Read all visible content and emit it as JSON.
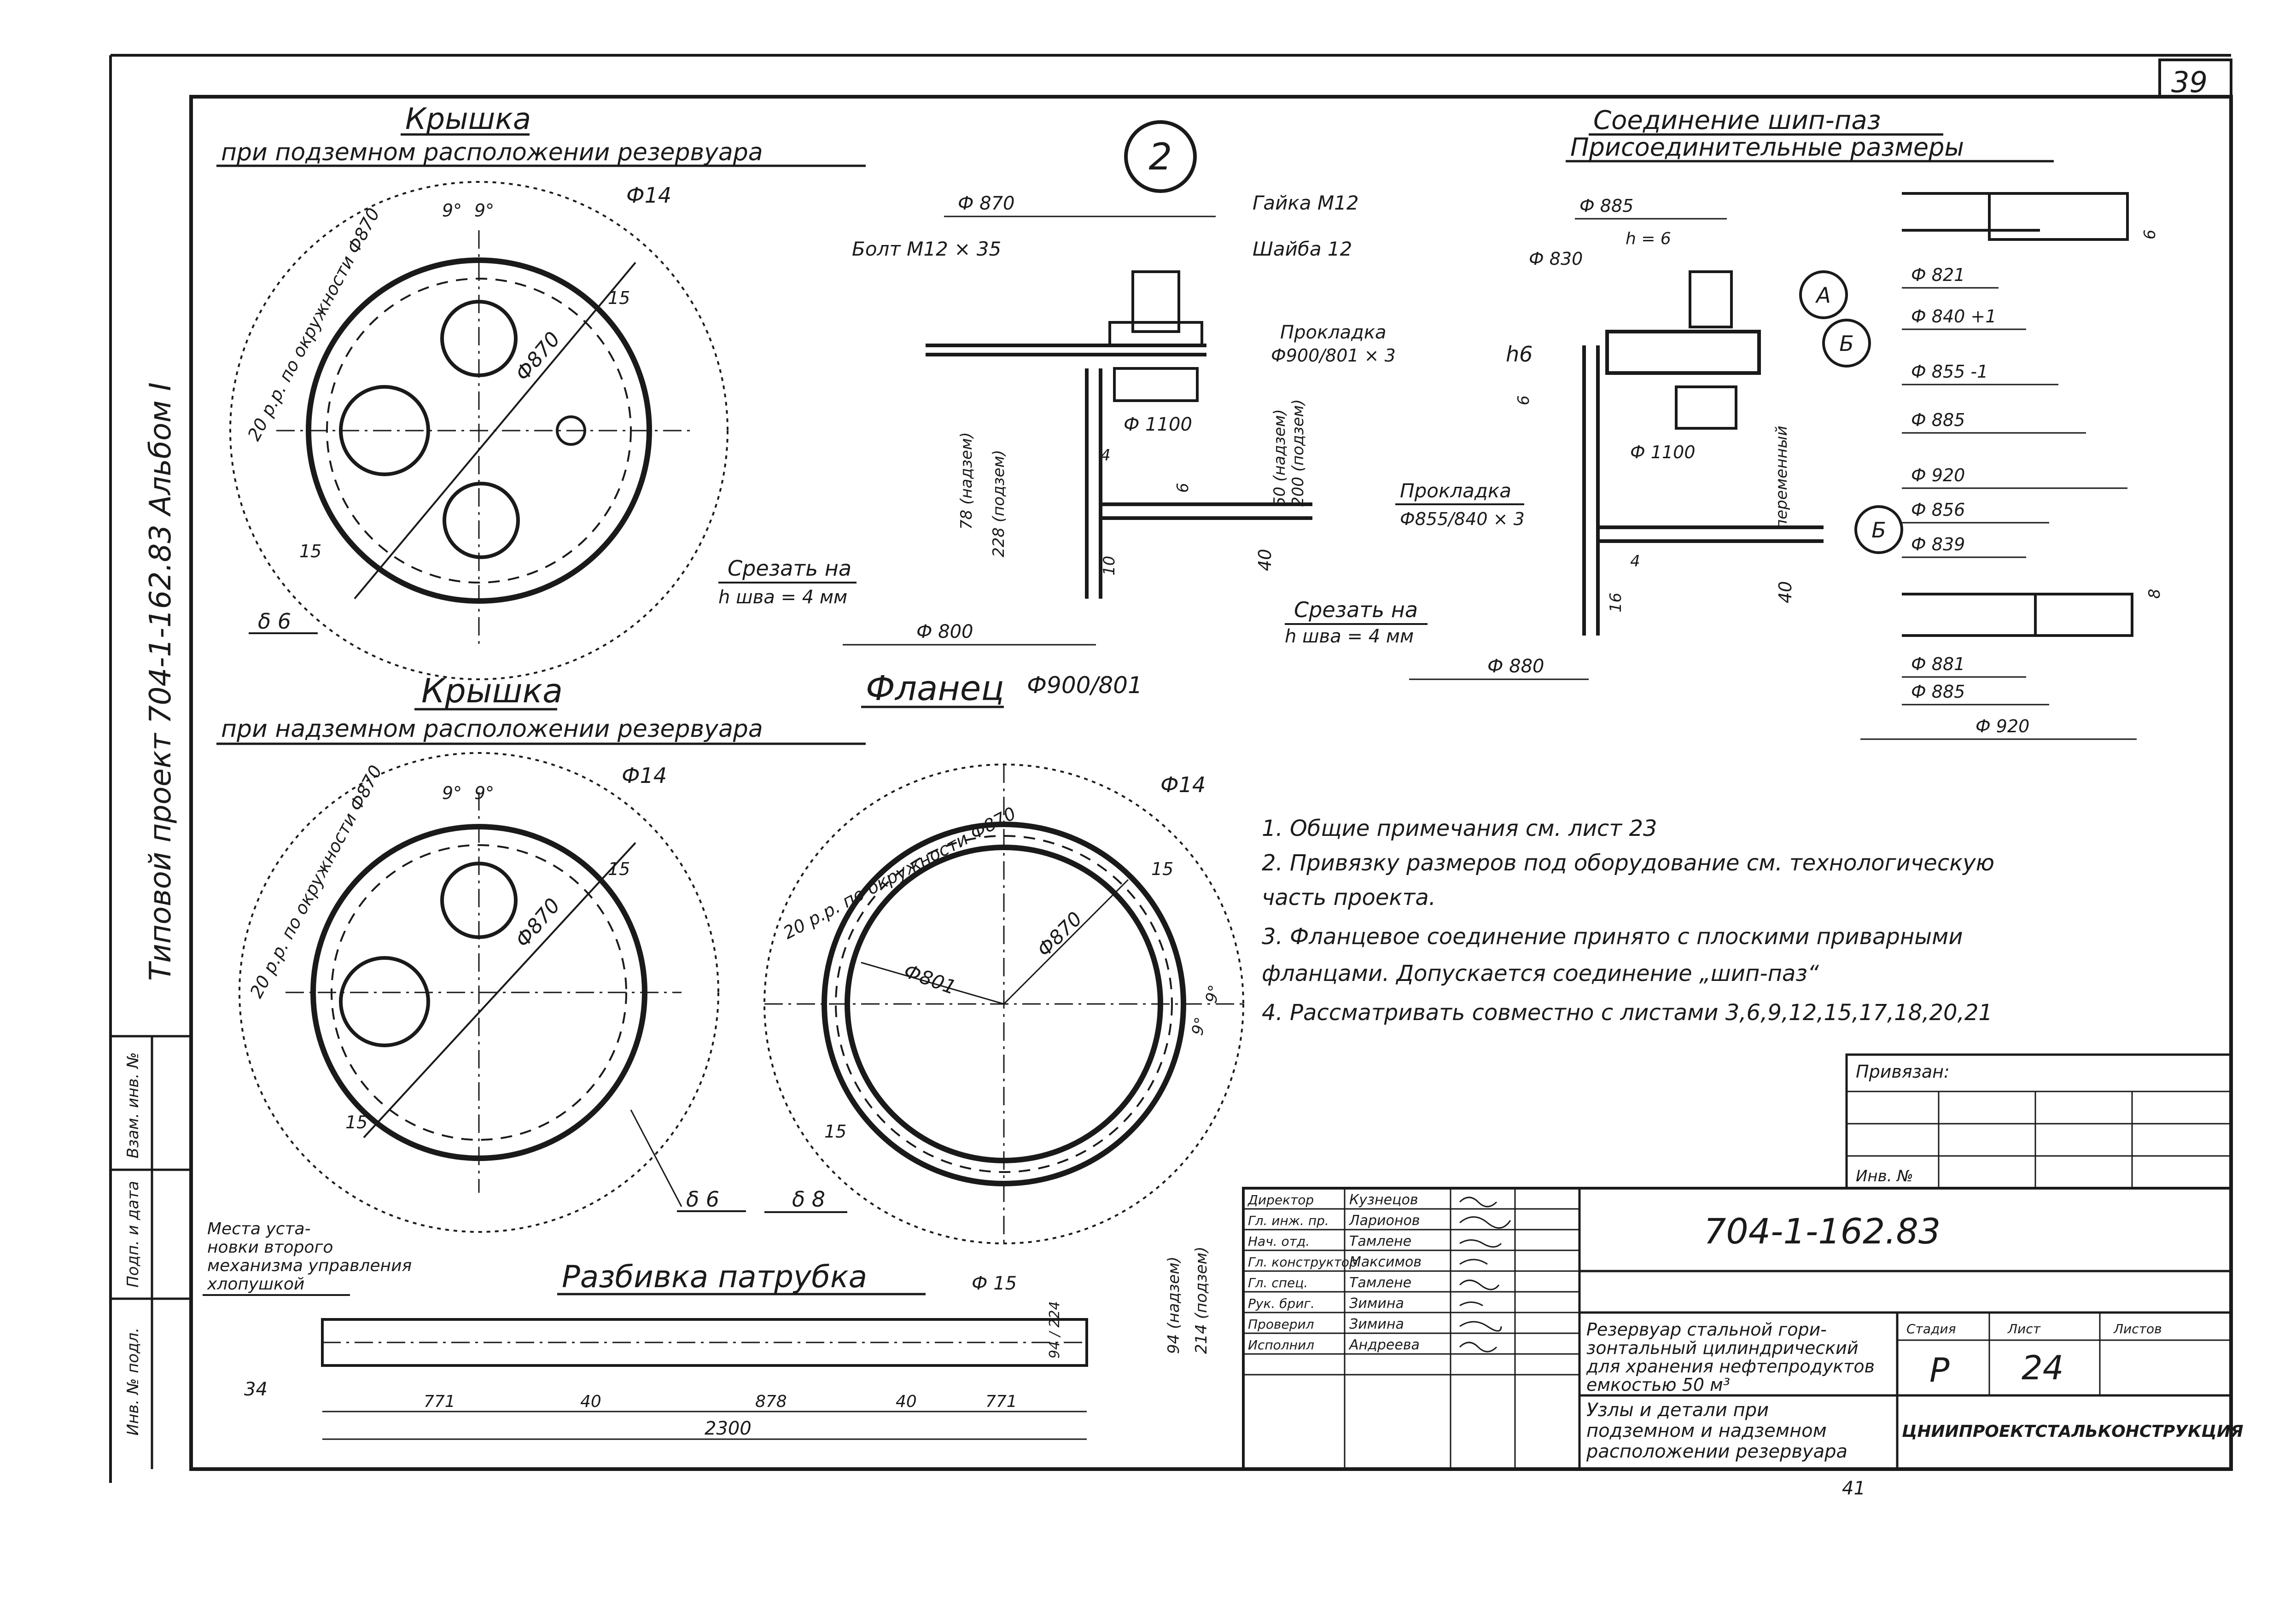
{
  "sheet_number": "39",
  "detail_marker": "2",
  "lid_underground": {
    "title": "Крышка",
    "subtitle": "при подземном расположении резервуара",
    "hole_dia": "Ф14",
    "bolt_circle_note": "20 р.р. по окружности Ф870",
    "angle_1": "9°",
    "angle_2": "9°",
    "circle_dia": "Ф870",
    "thickness": "δ 6",
    "dim_15": "15"
  },
  "lid_aboveground": {
    "title": "Крышка",
    "subtitle": "при надземном расположении резервуара",
    "hole_dia": "Ф14",
    "bolt_circle_note": "20 р.р. по окружности Ф870",
    "angle_1": "9°",
    "angle_2": "9°",
    "circle_dia": "Ф870",
    "thickness": "δ 6",
    "dim_15": "15"
  },
  "flange_ring": {
    "hole_dia": "Ф14",
    "bolt_circle_note": "20 р.р. по окружности Ф870",
    "inner_dia": "Ф801",
    "circle_dia": "Ф870",
    "angle_1": "9°",
    "angle_2": "9°",
    "thickness": "δ 8",
    "dim_15": "15"
  },
  "flange_section": {
    "title": "Фланец",
    "title_dims": "Ф900/801",
    "dia_870": "Ф 870",
    "nut": "Гайка М12",
    "washer": "Шайба 12",
    "bolt": "Болт М12 × 35",
    "gasket": "Прокладка",
    "gasket_size": "Ф900/801 × 3",
    "dia_1100": "Ф 1100",
    "dia_800": "Ф 800",
    "cut_note_1": "Срезать на",
    "cut_note_2": "h шва = 4 мм",
    "dim_78": "78 (надзем)",
    "dim_228": "228 (подзем)",
    "dim_50": "50 (надзем)",
    "dim_200": "200 (подзем)",
    "dim_40": "40",
    "dim_4": "4",
    "dim_6": "6",
    "dim_10": "10"
  },
  "tongue_groove": {
    "title": "Соединение шип-паз",
    "subtitle": "Присоединительные размеры",
    "dia_885": "Ф 885",
    "dia_830": "Ф 830",
    "h6_label": "h = 6",
    "gasket_fit": "h6",
    "marker_a": "А",
    "marker_b": "Б",
    "dia_1100": "Ф 1100",
    "gasket": "Прокладка",
    "gasket_size": "Ф855/840 × 3",
    "cut_note_1": "Срезать на",
    "cut_note_2": "h шва = 4 мм",
    "dia_880": "Ф 880",
    "variable": "переменный",
    "dim_6": "6",
    "dim_4": "4",
    "dim_16": "16",
    "dim_40": "40"
  },
  "detail_a": {
    "dia_821": "Ф 821",
    "dia_840": "Ф 840 +1",
    "dia_855": "Ф 855 -1",
    "dia_885": "Ф 885",
    "dia_920": "Ф 920",
    "dim_6": "6"
  },
  "detail_b": {
    "marker": "Б",
    "dia_856": "Ф 856",
    "dia_839": "Ф 839",
    "dia_881": "Ф 881",
    "dia_885": "Ф 885",
    "dia_920": "Ф 920",
    "dim_8": "8"
  },
  "nozzle_layout": {
    "title": "Разбивка патрубка",
    "hole_note_1": "Места уста-",
    "hole_note_2": "новки второго",
    "hole_note_3": "механизма управления",
    "hole_note_4": "хлопушкой",
    "hole_dia": "Ф 15",
    "dim_94_224": "94 / 224",
    "dim_94_nadz": "94 (надзем)",
    "dim_224_podz": "214 (подзем)",
    "dim_34": "34",
    "seg_1": "771",
    "seg_2": "40",
    "seg_3": "878",
    "seg_4": "40",
    "seg_5": "771",
    "total": "2300"
  },
  "notes": [
    "1. Общие примечания см. лист 23",
    "2. Привязку размеров под оборудование см. технологическую",
    "часть проекта.",
    "3. Фланцевое соединение принято с плоскими приварными",
    "фланцами. Допускается соединение „шип-паз“",
    "4. Рассматривать совместно с листами 3,6,9,12,15,17,18,20,21"
  ],
  "stamp": {
    "privyazan": "Привязан:",
    "inv_no": "Инв. №",
    "code": "704-1-162.83",
    "title_1": "Резервуар стальной гори-",
    "title_2": "зонтальный цилиндрический",
    "title_3": "для хранения нефтепродуктов",
    "title_4": "емкостью 50 м³",
    "desc_1": "Узлы и детали при",
    "desc_2": "подземном и надземном",
    "desc_3": "расположении резервуара",
    "stage_label": "Стадия",
    "sheet_label": "Лист",
    "sheets_label": "Листов",
    "stage": "Р",
    "sheet": "24",
    "org": "ЦНИИПРОЕКТСТАЛЬКОНСТРУКЦИЯ",
    "roles": [
      "Директор",
      "Гл. инж. пр.",
      "Нач. отд.",
      "Гл. конструктор",
      "Гл. спец.",
      "Рук. бриг.",
      "Проверил",
      "Исполнил"
    ],
    "names": [
      "Кузнецов",
      "Ларионов",
      "Тамлене",
      "Максимов",
      "Тамлене",
      "Зимина",
      "Зимина",
      "Андреева"
    ]
  },
  "left_margin": {
    "title_vertical": "Типовой проект 704-1-162.83 Альбом I",
    "col_1": "Взам. инв. №",
    "col_2": "Подп. и дата",
    "col_3": "Инв. № подл."
  },
  "footer_note": "41"
}
